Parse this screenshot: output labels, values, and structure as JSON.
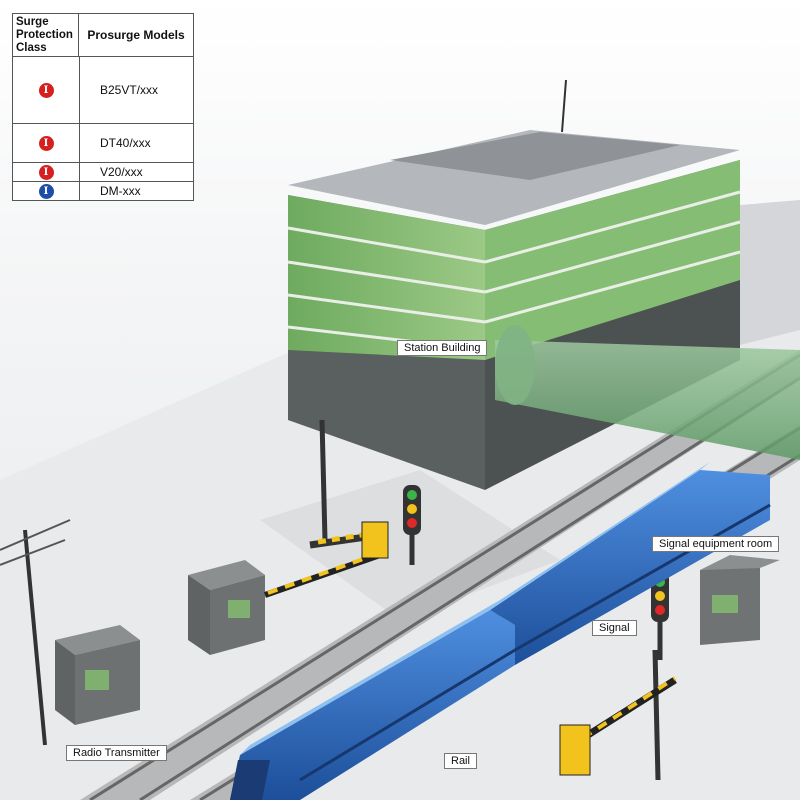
{
  "legend": {
    "header_class": "Surge Protection Class",
    "header_models": "Prosurge Models",
    "rows": [
      {
        "icon": "class-1-red-icon",
        "glyph": "I",
        "color": "#d62020",
        "model": "B25VT/xxx"
      },
      {
        "icon": "class-1-2-red-icon",
        "glyph": "I",
        "color": "#d62020",
        "model": "DT40/xxx"
      },
      {
        "icon": "class-2-red-icon",
        "glyph": "I",
        "color": "#d62020",
        "model": "V20/xxx"
      },
      {
        "icon": "class-3-blue-icon",
        "glyph": "I",
        "color": "#1e4fa8",
        "model": "DM-xxx"
      }
    ]
  },
  "labels": {
    "station_building": "Station Building",
    "signal_equipment_room": "Signal equipment room",
    "signal": "Signal",
    "radio_transmitter": "Radio Transmitter",
    "rail": "Rail"
  },
  "colors": {
    "building_glass": "#8fc27a",
    "building_dark": "#555a5a",
    "train_blue": "#2f6fc4",
    "ground": "#e9eaec",
    "road": "#cfd1d4"
  }
}
